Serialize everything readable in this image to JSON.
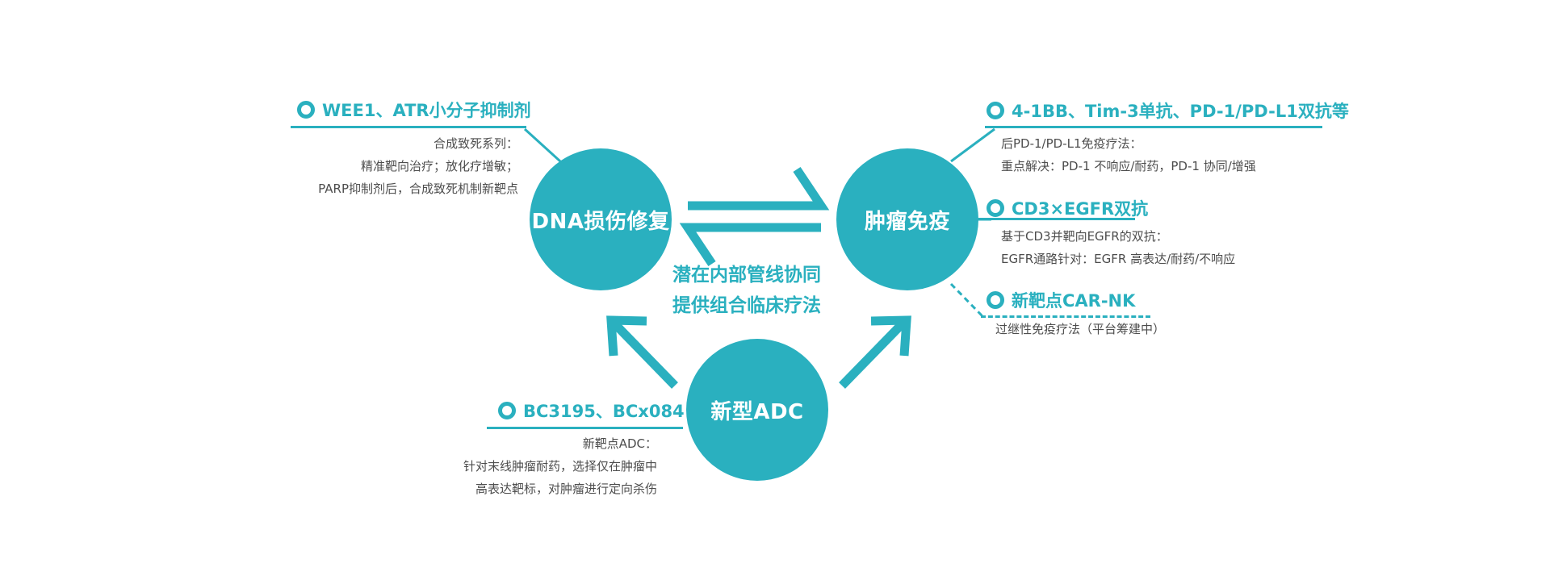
{
  "nodes": {
    "dna_repair": "DNA损伤修复",
    "tumor_immunity": "肿瘤免疫",
    "new_adc": "新型ADC"
  },
  "center_text": [
    "潜在内部管线协同",
    "提供组合临床疗法"
  ],
  "left_top": {
    "heading": "WEE1、ATR小分子抑制剂",
    "lines": [
      "合成致死系列：",
      "精准靶向治疗；放化疗增敏；",
      "PARP抑制剂后，合成致死机制新靶点"
    ]
  },
  "left_bottom": {
    "heading": "BC3195、BCx084",
    "lines": [
      "新靶点ADC：",
      "针对末线肿瘤耐药，选择仅在肿瘤中",
      "高表达靶标，对肿瘤进行定向杀伤"
    ]
  },
  "right_1": {
    "heading": "4-1BB、Tim-3单抗、PD-1/PD-L1双抗等",
    "lines": [
      "后PD-1/PD-L1免疫疗法：",
      "重点解决：PD-1 不响应/耐药，PD-1 协同/增强"
    ]
  },
  "right_2": {
    "heading": "CD3×EGFR双抗",
    "lines": [
      "基于CD3并靶向EGFR的双抗：",
      "EGFR通路针对：EGFR 高表达/耐药/不响应"
    ]
  },
  "right_3": {
    "heading": "新靶点CAR-NK",
    "lines": [
      "过继性免疫疗法（平台筹建中）"
    ]
  },
  "colors": {
    "accent": "#2ab0bf",
    "text": "#4d4d4d",
    "background": "#ffffff"
  }
}
